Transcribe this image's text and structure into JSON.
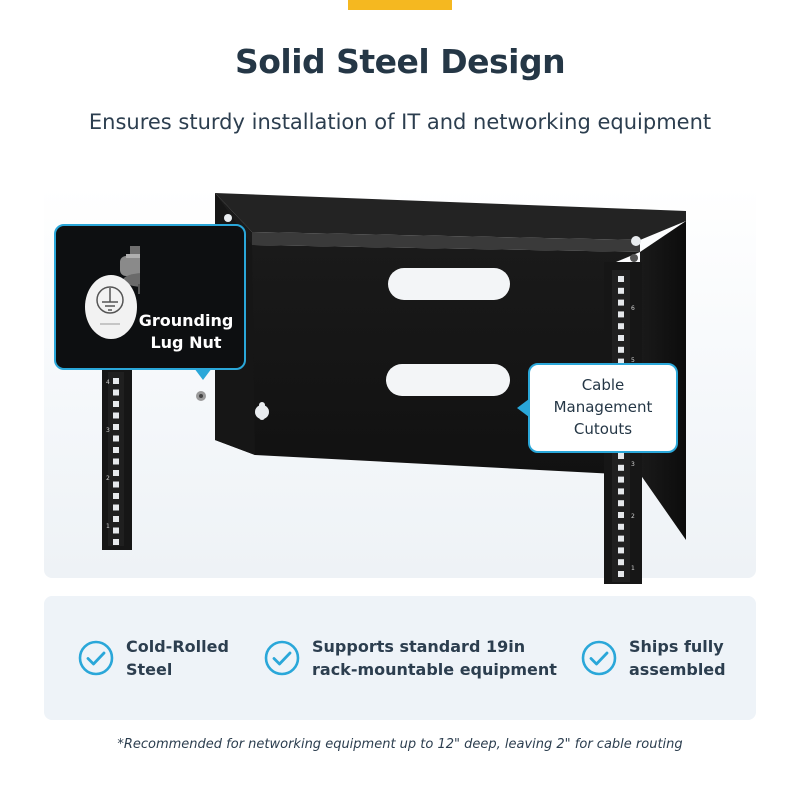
{
  "header": {
    "title": "Solid Steel Design",
    "subtitle": "Ensures sturdy installation of IT and networking equipment"
  },
  "colors": {
    "accent": "#f5b820",
    "callout_border": "#2aa7d9",
    "check": "#2aa7d9",
    "text": "#253746"
  },
  "callouts": {
    "grounding": {
      "line1": "Grounding",
      "line2": "Lug Nut",
      "icon": "ground-symbol-icon"
    },
    "cable": {
      "line1": "Cable",
      "line2": "Management",
      "line3": "Cutouts"
    }
  },
  "rack": {
    "left_rail_numbers": [
      "4",
      "3",
      "2",
      "1"
    ],
    "right_rail_numbers": [
      "6",
      "5",
      "4",
      "3",
      "2",
      "1"
    ]
  },
  "features": [
    {
      "line1": "Cold-Rolled",
      "line2": "Steel",
      "icon": "check-circle-icon"
    },
    {
      "line1": "Supports standard 19in",
      "line2": "rack-mountable equipment",
      "icon": "check-circle-icon"
    },
    {
      "line1": "Ships fully",
      "line2": "assembled",
      "icon": "check-circle-icon"
    }
  ],
  "footnote": "*Recommended for networking equipment up to 12\" deep, leaving 2\" for cable routing"
}
